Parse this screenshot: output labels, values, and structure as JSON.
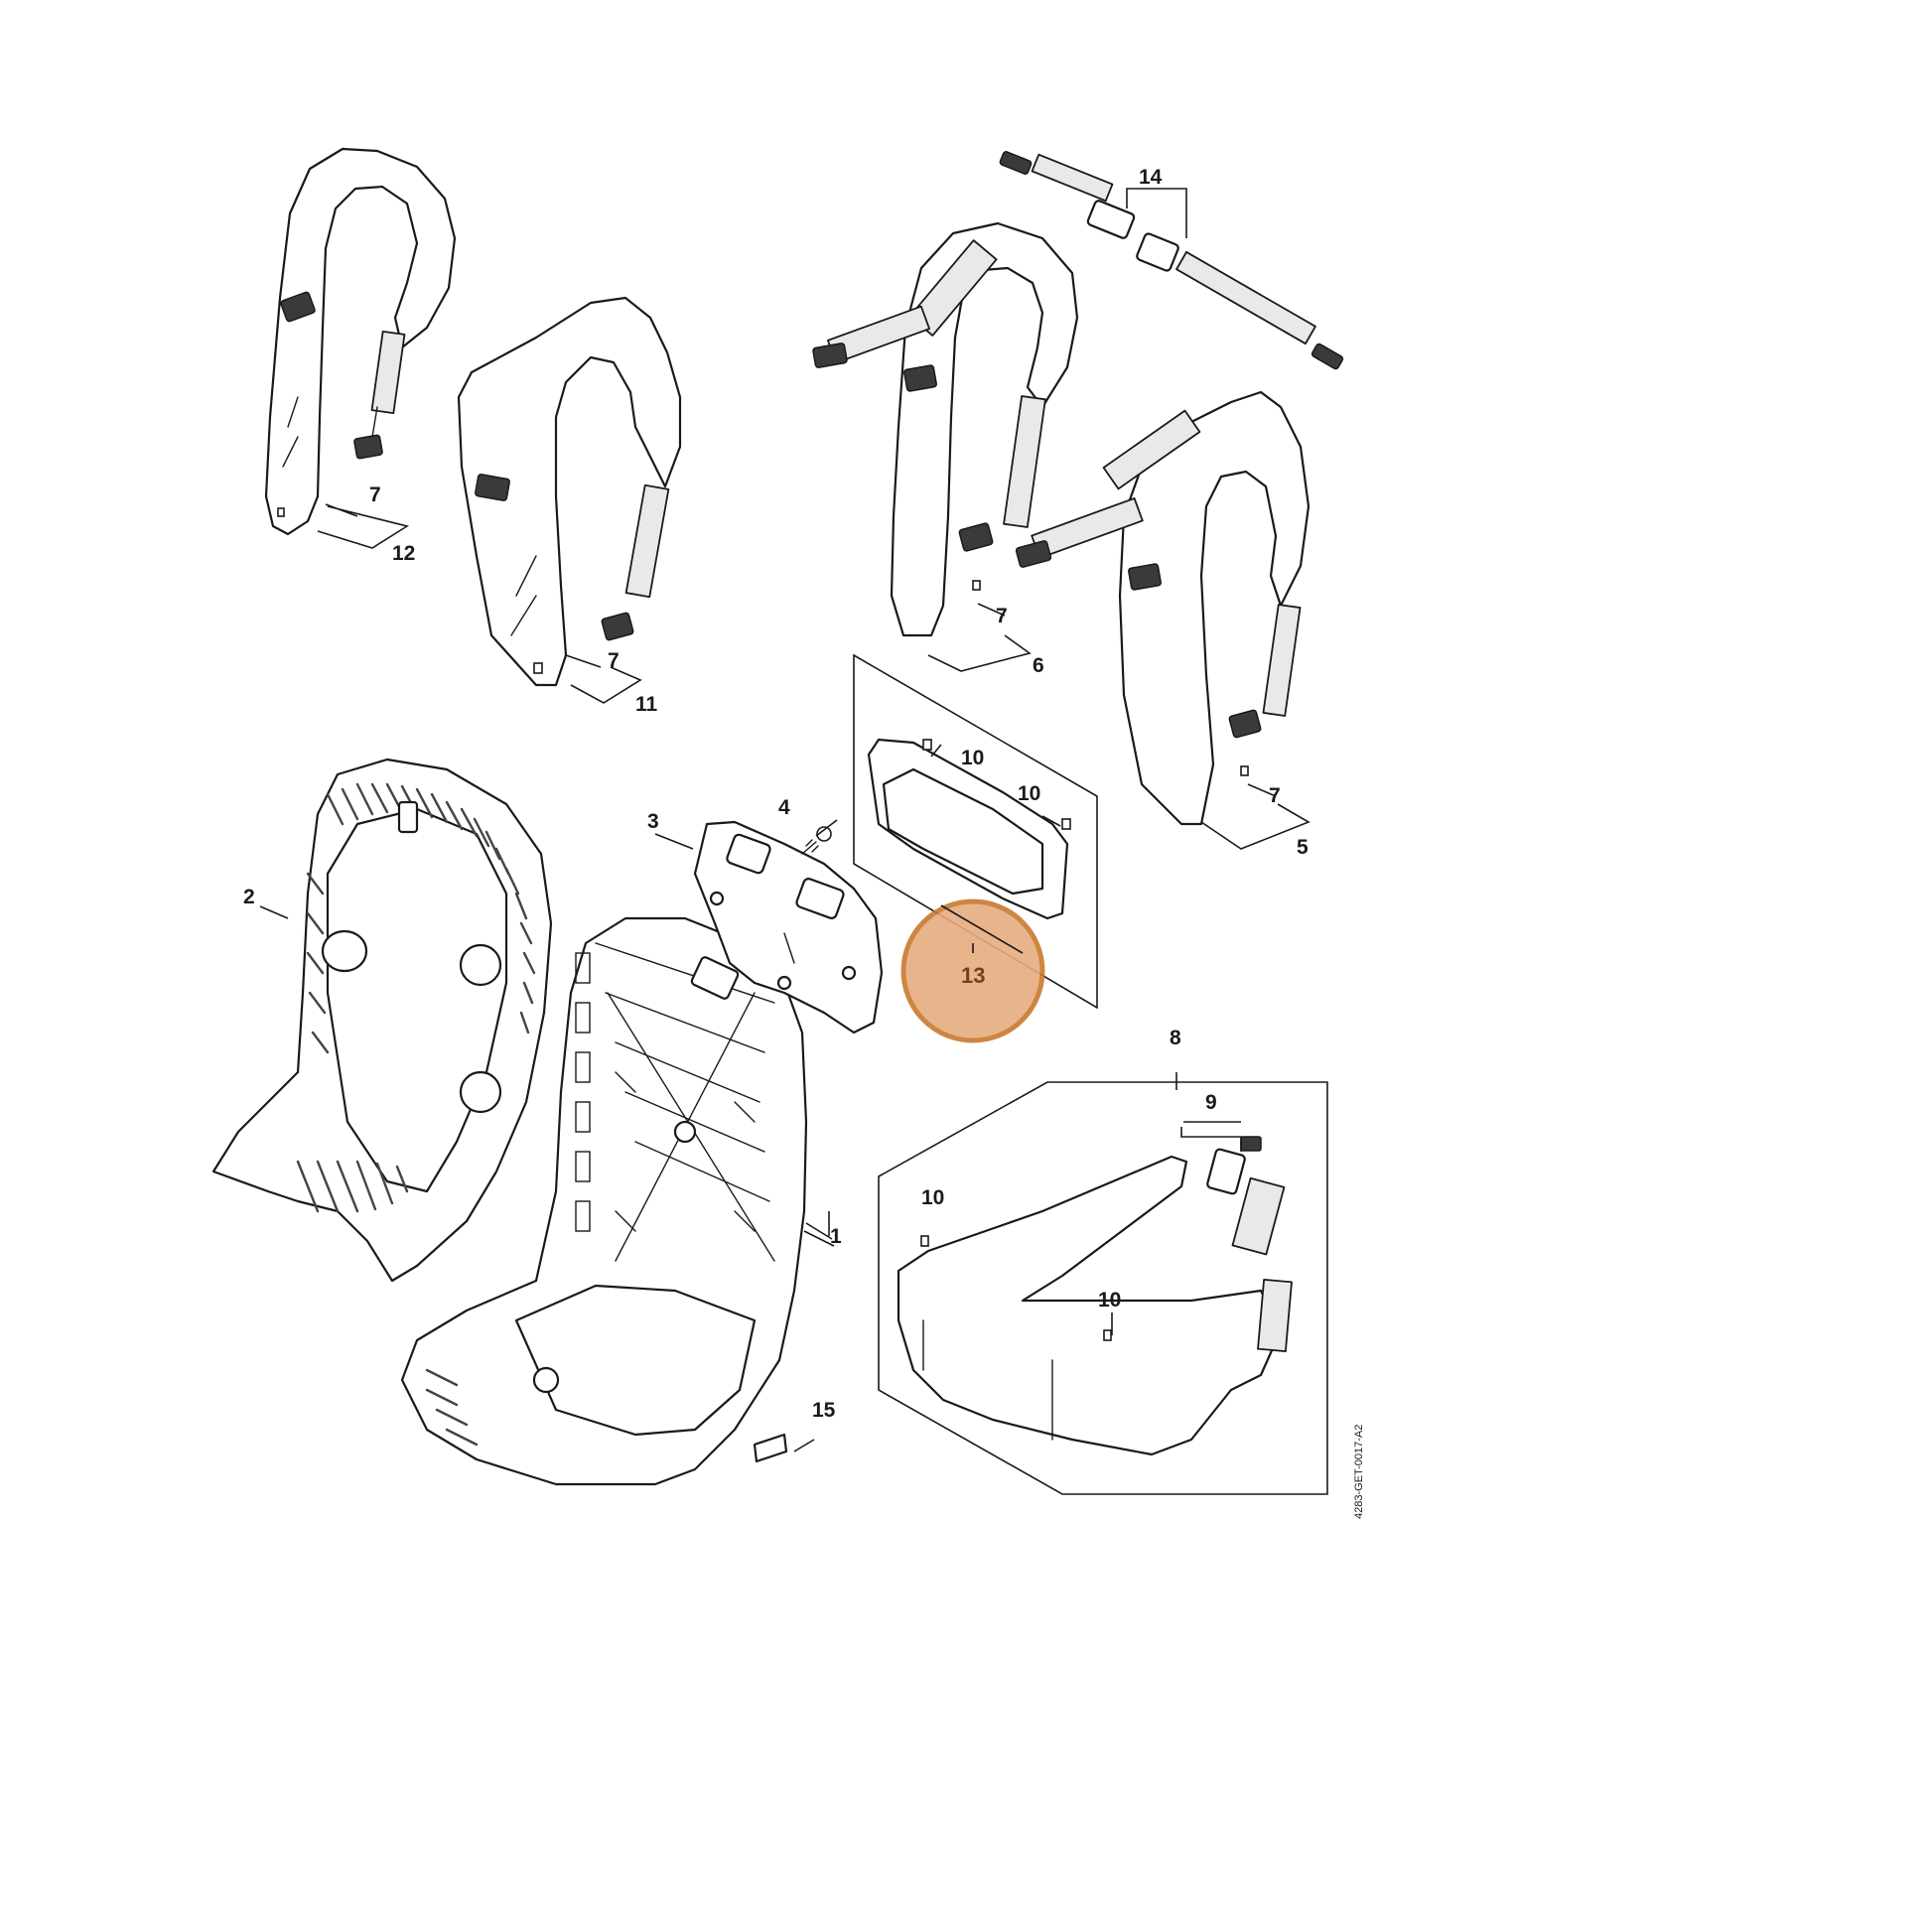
{
  "callouts": {
    "c1": "1",
    "c2": "2",
    "c3": "3",
    "c4": "4",
    "c5": "5",
    "c6": "6",
    "c7a": "7",
    "c7b": "7",
    "c7c": "7",
    "c7d": "7",
    "c8": "8",
    "c9": "9",
    "c10a": "10",
    "c10b": "10",
    "c10c": "10",
    "c10d": "10",
    "c11": "11",
    "c12": "12",
    "c13": "13",
    "c14": "14",
    "c15": "15"
  },
  "highlighted_part": "13",
  "highlight_color": "#e6ac80",
  "drawing_code": "4283-GET-0017-A2"
}
